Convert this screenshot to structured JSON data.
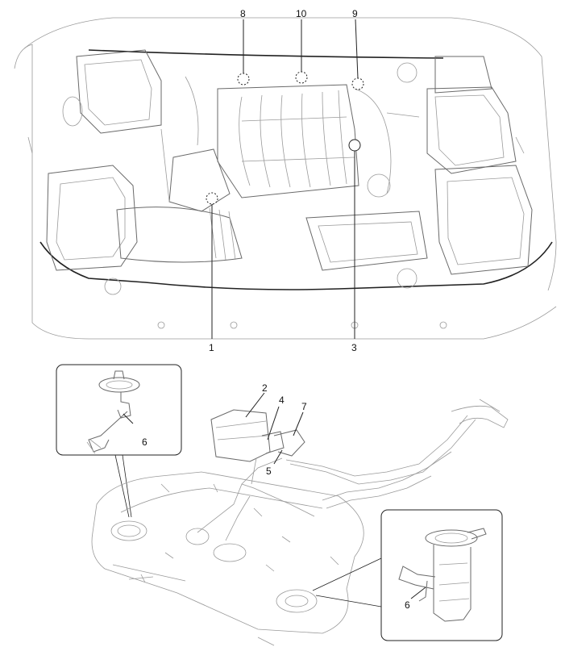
{
  "callouts": {
    "engine": {
      "c1": "1",
      "c3": "3",
      "c8": "8",
      "c9": "9",
      "c10": "10"
    },
    "fuel": {
      "c2": "2",
      "c4": "4",
      "c5": "5",
      "c7": "7"
    },
    "inset_left": {
      "c6": "6"
    },
    "inset_right": {
      "c6": "6"
    }
  },
  "colors": {
    "line": "#222222",
    "detail": "#9a9a9a",
    "background": "#ffffff"
  }
}
